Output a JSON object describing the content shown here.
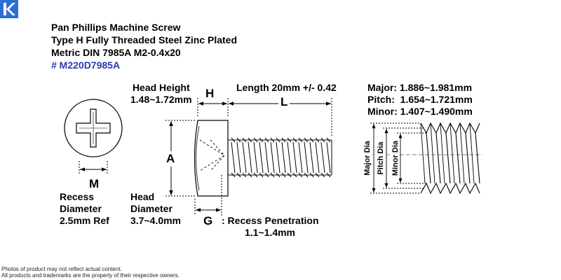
{
  "title_lines": [
    "Pan Phillips Machine Screw",
    "Type H Fully Threaded Steel Zinc Plated",
    "Metric DIN 7985A M2-0.4x20"
  ],
  "part_number": "# M220D7985A",
  "labels": {
    "head_height_title": "Head Height",
    "head_height_value": "1.48~1.72mm",
    "h_letter": "H",
    "length": "Length 20mm +/- 0.42",
    "l_letter": "L",
    "a_letter": "A",
    "m_letter": "M",
    "recess_diameter_lines": [
      "Recess",
      "Diameter",
      "2.5mm Ref"
    ],
    "head_diameter_lines": [
      "Head",
      "Diameter",
      "3.7~4.0mm"
    ],
    "g_letter": "G",
    "recess_penetration_title": ": Recess Penetration",
    "recess_penetration_value": "1.1~1.4mm",
    "major": "Major: 1.886~1.981mm",
    "pitch": "Pitch:  1.654~1.721mm",
    "minor": "Minor: 1.407~1.490mm",
    "major_dia": "Major Dia",
    "pitch_dia": "Pitch Dia",
    "minor_dia": "Minor Dia"
  },
  "footer": [
    "Photos of product may not reflect actual content.",
    "All products and trademarks are the property of their respective owners."
  ],
  "colors": {
    "logo": "#2b6fd6",
    "part_number": "#2b3bb0",
    "line": "#000000"
  }
}
